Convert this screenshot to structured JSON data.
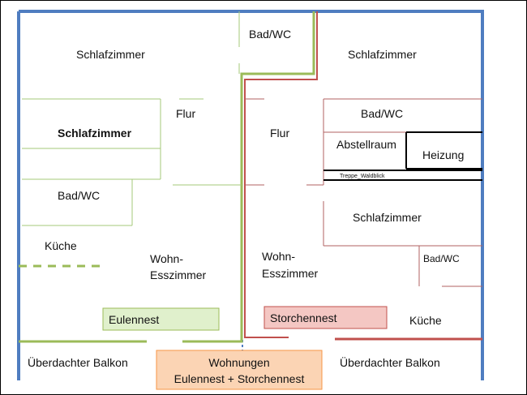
{
  "colors": {
    "outer_wall": "#4f7dc0",
    "eulennest_line": "#9bbb59",
    "storchennest_line": "#c0504d",
    "interior_wall_left": "#a6c97a",
    "interior_wall_right": "#b06262",
    "dark_wall": "#000000",
    "eulennest_box_fill": "#e0f0cc",
    "eulennest_box_border": "#9bbb59",
    "storchennest_box_fill": "#f4c7c3",
    "storchennest_box_border": "#c0504d",
    "legend_box_fill": "#fbd4b4",
    "legend_box_border": "#f79646"
  },
  "rooms": {
    "left": {
      "schlafzimmer_top": "Schlafzimmer",
      "schlafzimmer_mid": "Schlafzimmer",
      "flur": "Flur",
      "bad_wc": "Bad/WC",
      "kueche": "Küche",
      "wohn_line1": "Wohn-",
      "wohn_line2": "Esszimmer"
    },
    "center": {
      "bad_wc_top": "Bad/WC",
      "flur": "Flur"
    },
    "right": {
      "schlafzimmer_top": "Schlafzimmer",
      "bad_wc_top": "Bad/WC",
      "abstellraum": "Abstellraum",
      "heizung": "Heizung",
      "treppe": "Treppe_Waldblick",
      "schlafzimmer_mid": "Schlafzimmer",
      "bad_wc_small": "Bad/WC",
      "wohn_line1": "Wohn-",
      "wohn_line2": "Esszimmer",
      "kueche": "Küche"
    }
  },
  "apartments": {
    "eulennest": "Eulennest",
    "storchennest": "Storchennest"
  },
  "balconies": {
    "left": "Überdachter Balkon",
    "right": "Überdachter Balkon"
  },
  "legend": {
    "line1": "Wohnungen",
    "line2": "Eulennest + Storchennest"
  }
}
